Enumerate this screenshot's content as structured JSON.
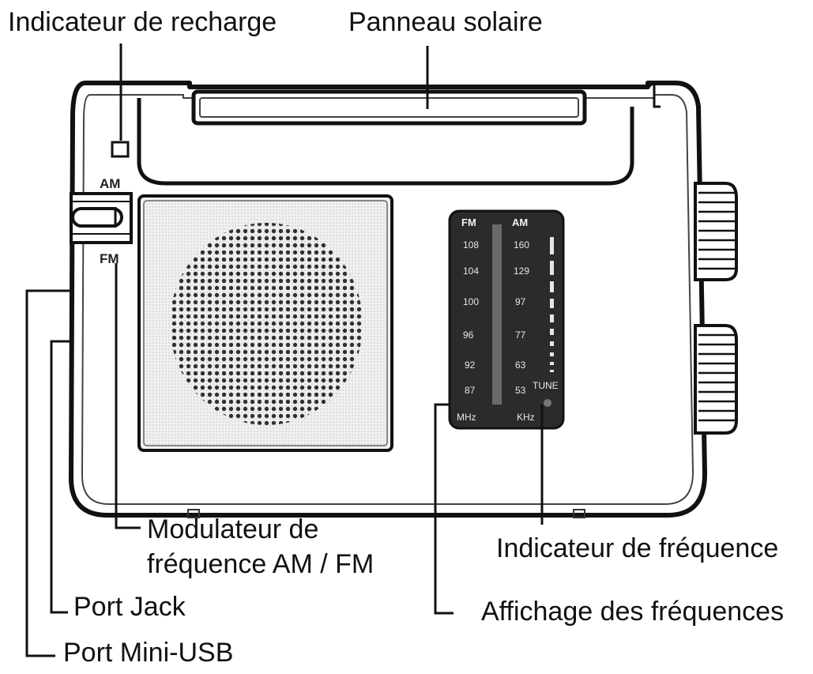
{
  "labels": {
    "recharge_indicator": "Indicateur de recharge",
    "solar_panel": "Panneau solaire",
    "modulator_line1": "Modulateur de",
    "modulator_line2": "fréquence AM / FM",
    "port_jack": "Port Jack",
    "port_mini_usb": "Port Mini-USB",
    "frequency_indicator": "Indicateur de fréquence",
    "frequency_display": "Affichage des fréquences"
  },
  "switch": {
    "am": "AM",
    "fm": "FM"
  },
  "dial": {
    "fm_header": "FM",
    "am_header": "AM",
    "fm_values": [
      "108",
      "104",
      "100",
      "96",
      "92",
      "87"
    ],
    "am_values": [
      "160",
      "129",
      "97",
      "77",
      "63",
      "53"
    ],
    "fm_unit": "MHz",
    "am_unit": "KHz",
    "tune": "TUNE"
  }
}
